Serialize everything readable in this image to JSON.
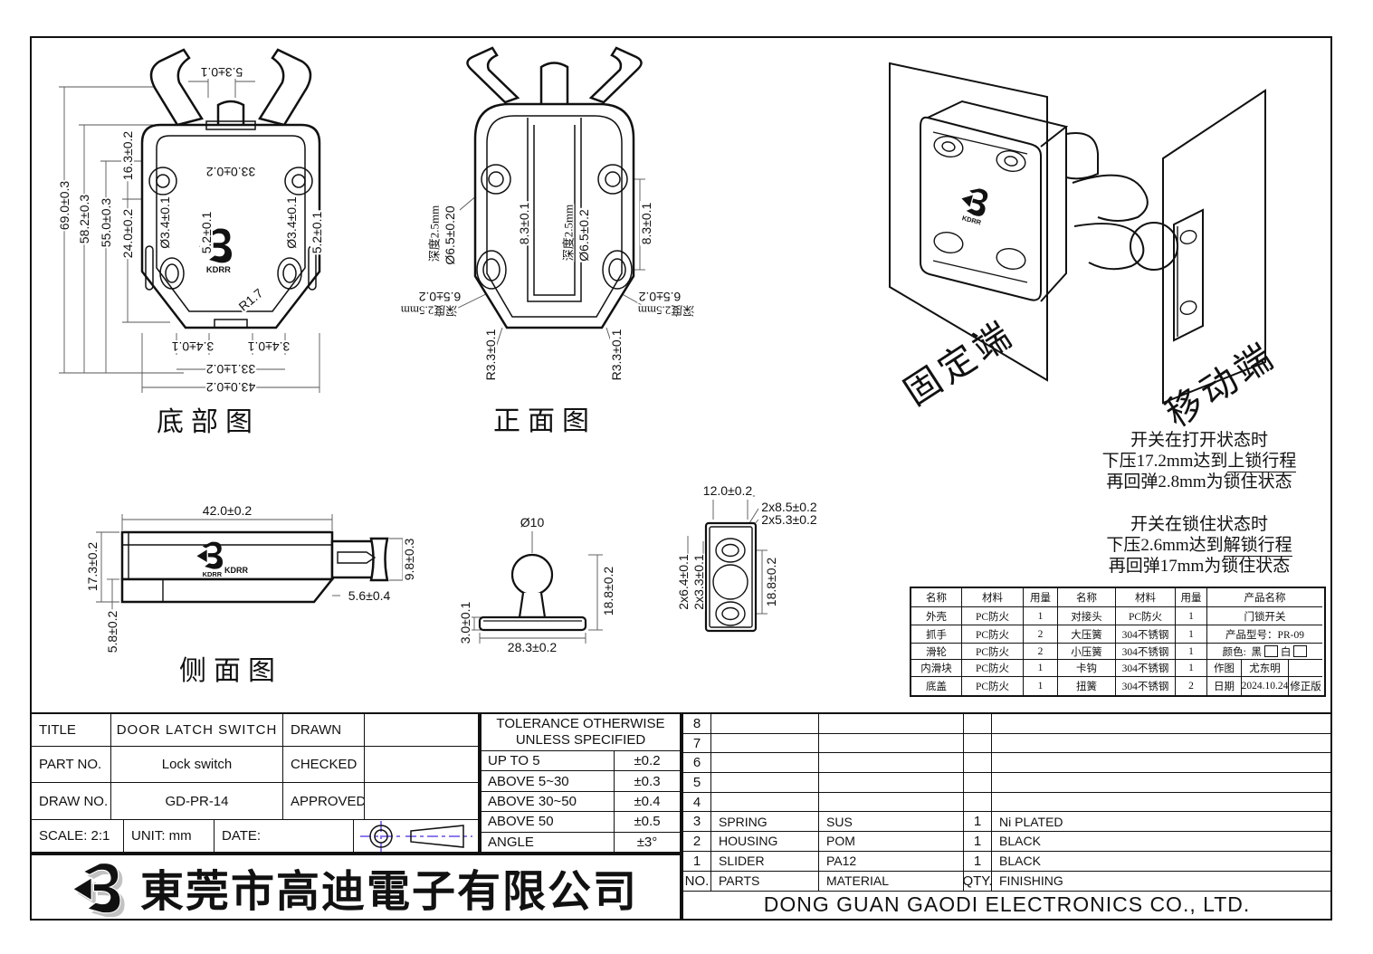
{
  "logo": {
    "text": "KDRR"
  },
  "views": {
    "bottom": {
      "label": "底部图",
      "dims": {
        "h69": "69.0±0.3",
        "h582": "58.2±0.3",
        "h550": "55.0±0.3",
        "h163": "16.3±0.2",
        "h240": "24.0±0.2",
        "w53": "5.3±0.1",
        "w330": "33.0±0.2",
        "d34l": "Ø3.4±0.1",
        "d34r": "Ø3.4±0.1",
        "h52l": "5.2±0.1",
        "h52r": "5.2±0.1",
        "r17": "R1.7",
        "w34a": "3.4±0.1",
        "w34b": "3.4±0.1",
        "w331": "33.1±0.2",
        "w430": "43.0±0.2"
      }
    },
    "front": {
      "label": "正面图",
      "dims": {
        "depth_l": "深度2.5mm",
        "d65l": "Ø6.5±0.20",
        "h83l": "8.3±0.1",
        "depth_m": "深度2.5mm",
        "d65m": "Ø6.5±0.2",
        "h83r": "8.3±0.1",
        "w65l": "6.5±0.2",
        "depth_bl": "深度2.5mm",
        "w65r": "6.5±0.2",
        "depth_br": "深度2.5mm",
        "r33l": "R3.3±0.1",
        "r33r": "R3.3±0.1"
      }
    },
    "side": {
      "label": "侧面图",
      "dims": {
        "w420": "42.0±0.2",
        "h173": "17.3±0.2",
        "h58": "5.8±0.2",
        "h98": "9.8±0.3",
        "w56": "5.6±0.4"
      }
    },
    "ball": {
      "dims": {
        "d10": "Ø10",
        "h188": "18.8±0.2",
        "h30": "3.0±0.1",
        "w283": "28.3±0.2"
      }
    },
    "plate": {
      "dims": {
        "w120": "12.0±0.2",
        "h85": "2x8.5±0.2",
        "h53": "2x5.3±0.2",
        "w64": "2x6.4±0.1",
        "w33": "2x3.3±0.1",
        "h188": "18.8±0.2"
      }
    },
    "iso": {
      "fixed_label": "固定端",
      "moving_label": "移动端"
    }
  },
  "notes": {
    "open": [
      "开关在打开状态时",
      "下压17.2mm达到",
      "上锁行程",
      "再回弹2.8mm为锁住状态"
    ],
    "locked": [
      "开关在锁住状态时",
      "下压2.6mm达到",
      "解锁行程",
      "再回弹17mm为锁住状态"
    ]
  },
  "spec_table": {
    "headers": [
      "名称",
      "材料",
      "用量",
      "名称",
      "材料",
      "用量",
      "产品名称"
    ],
    "rows": [
      [
        "外壳",
        "PC防火",
        "1",
        "对接头",
        "PC防火",
        "1"
      ],
      [
        "抓手",
        "PC防火",
        "2",
        "大压簧",
        "304不锈钢",
        "1"
      ],
      [
        "滑轮",
        "PC防火",
        "2",
        "小压簧",
        "304不锈钢",
        "1"
      ],
      [
        "内滑块",
        "PC防火",
        "1",
        "卡钩",
        "304不锈钢",
        "1"
      ],
      [
        "底盖",
        "PC防火",
        "1",
        "扭簧",
        "304不锈钢",
        "2"
      ]
    ],
    "product_name": "门锁开关",
    "model": "产品型号：PR-09",
    "color_label": "颜色:",
    "color_black": "黑",
    "color_white": "白",
    "draw_label": "作图",
    "draw_by": "尤东明",
    "date_label": "日期",
    "date_value": "2024.10.24",
    "revision": "修正版"
  },
  "title_block": {
    "title_label": "TITLE",
    "title_value": "DOOR LATCH SWITCH",
    "part_label": "PART NO.",
    "part_value": "Lock switch",
    "draw_label": "DRAW NO.",
    "draw_value": "GD-PR-14",
    "drawn_label": "DRAWN",
    "checked_label": "CHECKED",
    "approved_label": "APPROVED",
    "scale": "SCALE: 2:1",
    "unit": "UNIT: mm",
    "date": "DATE:"
  },
  "tolerance_table": {
    "header1": "TOLERANCE OTHERWISE",
    "header2": "UNLESS SPECIFIED",
    "rows": [
      [
        "UP TO 5",
        "±0.2"
      ],
      [
        "ABOVE 5~30",
        "±0.3"
      ],
      [
        "ABOVE 30~50",
        "±0.4"
      ],
      [
        "ABOVE 50",
        "±0.5"
      ],
      [
        "ANGLE",
        "±3°"
      ]
    ]
  },
  "parts_list": {
    "rows": [
      {
        "no": "8",
        "part": "",
        "material": "",
        "qty": "",
        "finish": ""
      },
      {
        "no": "7",
        "part": "",
        "material": "",
        "qty": "",
        "finish": ""
      },
      {
        "no": "6",
        "part": "",
        "material": "",
        "qty": "",
        "finish": ""
      },
      {
        "no": "5",
        "part": "",
        "material": "",
        "qty": "",
        "finish": ""
      },
      {
        "no": "4",
        "part": "",
        "material": "",
        "qty": "",
        "finish": ""
      },
      {
        "no": "3",
        "part": "SPRING",
        "material": "SUS",
        "qty": "1",
        "finish": "Ni PLATED"
      },
      {
        "no": "2",
        "part": "HOUSING",
        "material": "POM",
        "qty": "1",
        "finish": "BLACK"
      },
      {
        "no": "1",
        "part": "SLIDER",
        "material": "PA12",
        "qty": "1",
        "finish": "BLACK"
      }
    ],
    "header": {
      "no": "NO.",
      "part": "PARTS",
      "material": "MATERIAL",
      "qty": "QTY.",
      "finish": "FINISHING"
    },
    "company_en": "DONG GUAN GAODI ELECTRONICS CO., LTD."
  },
  "company": {
    "name_zh": "東莞市高迪電子有限公司"
  },
  "colors": {
    "line": "#111111",
    "projection_accent": "#7B68EE"
  }
}
